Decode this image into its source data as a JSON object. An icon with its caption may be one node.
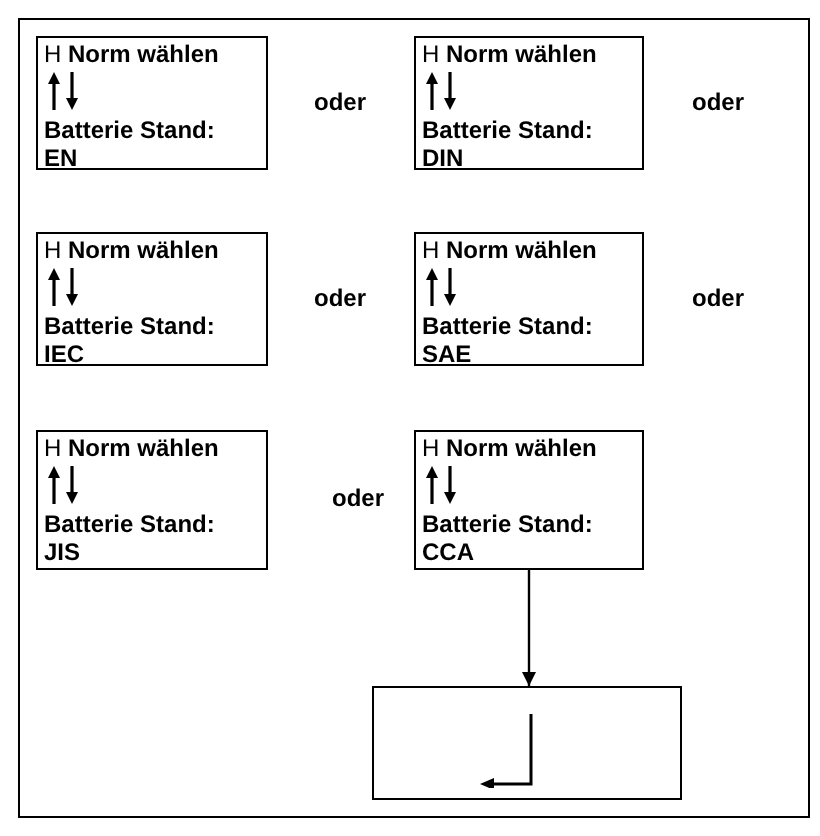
{
  "diagram": {
    "nodes": [
      {
        "text": [
          "H **Norm wählen**",
          "Batterie Stand:",
          "EN"
        ]
      },
      {
        "text": [
          "H **Norm wählen**",
          "Batterie Stand:",
          "DIN"
        ]
      },
      {
        "text": [
          "H **Norm wählen**",
          "Batterie Stand:",
          "IEC"
        ]
      },
      {
        "text": [
          "H **Norm wählen**",
          "Batterie Stand:",
          "SAE"
        ]
      },
      {
        "text": [
          "H **Norm wählen**",
          "Batterie Stand:",
          "JIS"
        ]
      },
      {
        "text": [
          "H **Norm wählen**",
          "Batterie Stand:",
          "CCA"
        ]
      },
      {
        "text": [],
        "shape": "box"
      }
    ],
    "edges": [
      {
        "from": 5,
        "to": 6,
        "arrow": "to"
      }
    ],
    "labels": [
      "oder",
      "oder",
      "oder",
      "oder",
      "oder"
    ]
  }
}
